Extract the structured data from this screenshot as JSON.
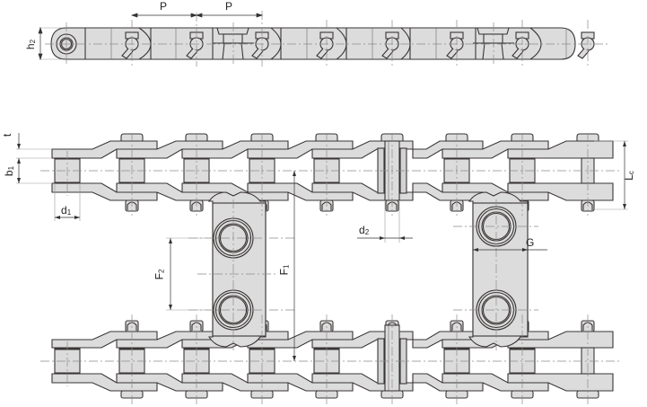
{
  "drawing": {
    "title": "Roller chain with attachment links - side and plan views",
    "colors": {
      "part_fill": "#dcdcdc",
      "outline": "#3a3434",
      "centerline": "#8a8a8a",
      "background": "#ffffff"
    }
  },
  "dimensions": {
    "P_first": {
      "main": "P",
      "sub": ""
    },
    "P_second": {
      "main": "P",
      "sub": ""
    },
    "h2": {
      "main": "h",
      "sub": "2"
    },
    "t": {
      "main": "t",
      "sub": ""
    },
    "b1": {
      "main": "b",
      "sub": "1"
    },
    "d1": {
      "main": "d",
      "sub": "1"
    },
    "d2": {
      "main": "d",
      "sub": "2"
    },
    "F1": {
      "main": "F",
      "sub": "1"
    },
    "F2": {
      "main": "F",
      "sub": "2"
    },
    "G": {
      "main": "G",
      "sub": ""
    },
    "Lc": {
      "main": "L",
      "sub": "c"
    }
  },
  "views": {
    "side_view": {
      "pins": 8,
      "attachment_sockets": 2
    },
    "plan_view": {
      "chain_strands": 2,
      "pins_per_strand": 9,
      "attachment_bars": 2
    }
  }
}
